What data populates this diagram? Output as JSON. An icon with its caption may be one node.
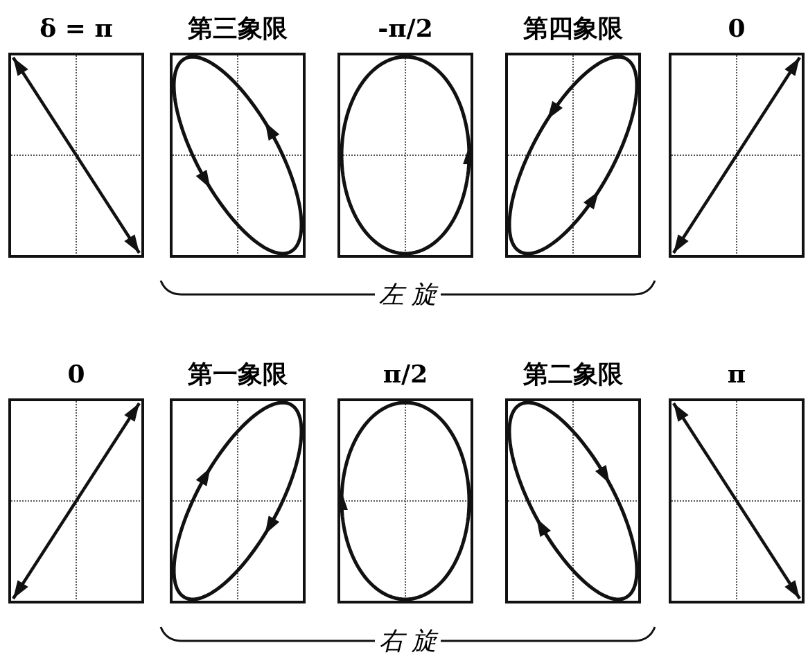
{
  "diagram": {
    "nodes": [
      {
        "text": [
          "δ = π"
        ]
      },
      {
        "text": [
          "第三象限"
        ]
      },
      {
        "text": [
          "-π/2"
        ]
      },
      {
        "text": [
          "第四象限"
        ]
      },
      {
        "text": [
          "0"
        ]
      },
      {
        "text": [
          "0"
        ]
      },
      {
        "text": [
          "第一象限"
        ]
      },
      {
        "text": [
          "π/2"
        ]
      },
      {
        "text": [
          "第二象限"
        ]
      },
      {
        "text": [
          "π"
        ]
      }
    ],
    "labels": [
      "左 旋",
      "右 旋"
    ]
  }
}
